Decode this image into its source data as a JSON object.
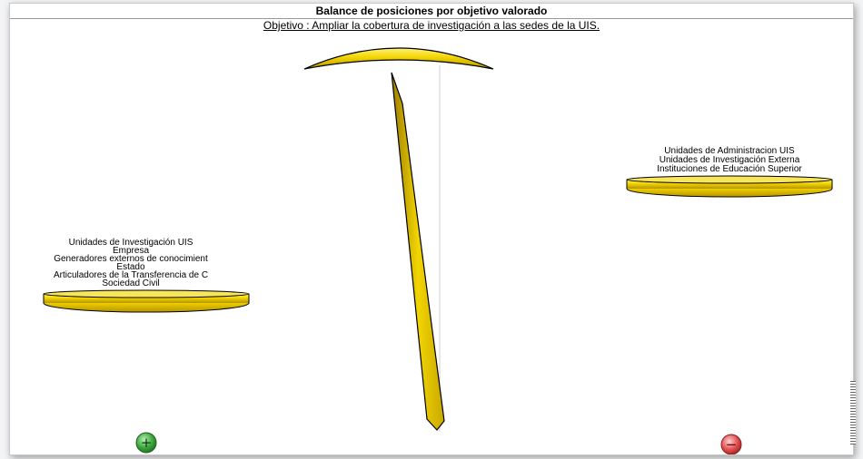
{
  "header": {
    "title": "Balance de posiciones por objetivo valorado",
    "objective": "Objetivo : Ampliar la cobertura de investigación a las sedes de la UIS."
  },
  "left_pan": {
    "items": [
      "Unidades de Investigación UIS",
      "Empresa",
      "Generadores externos de conocimient",
      "Estado",
      "Articuladores de la Transferencia de C",
      "Sociedad Civil"
    ]
  },
  "right_pan": {
    "items": [
      "Unidades de Administracion UIS",
      "Unidades de Investigación Externa",
      "Instituciones de Educación Superior"
    ]
  },
  "buttons": {
    "plus_symbol": "+",
    "minus_symbol": "−"
  },
  "colors": {
    "gold": "#f2d500",
    "gold_dark": "#c9a800",
    "plus_green": "#3aa53a",
    "minus_red": "#e05050"
  }
}
